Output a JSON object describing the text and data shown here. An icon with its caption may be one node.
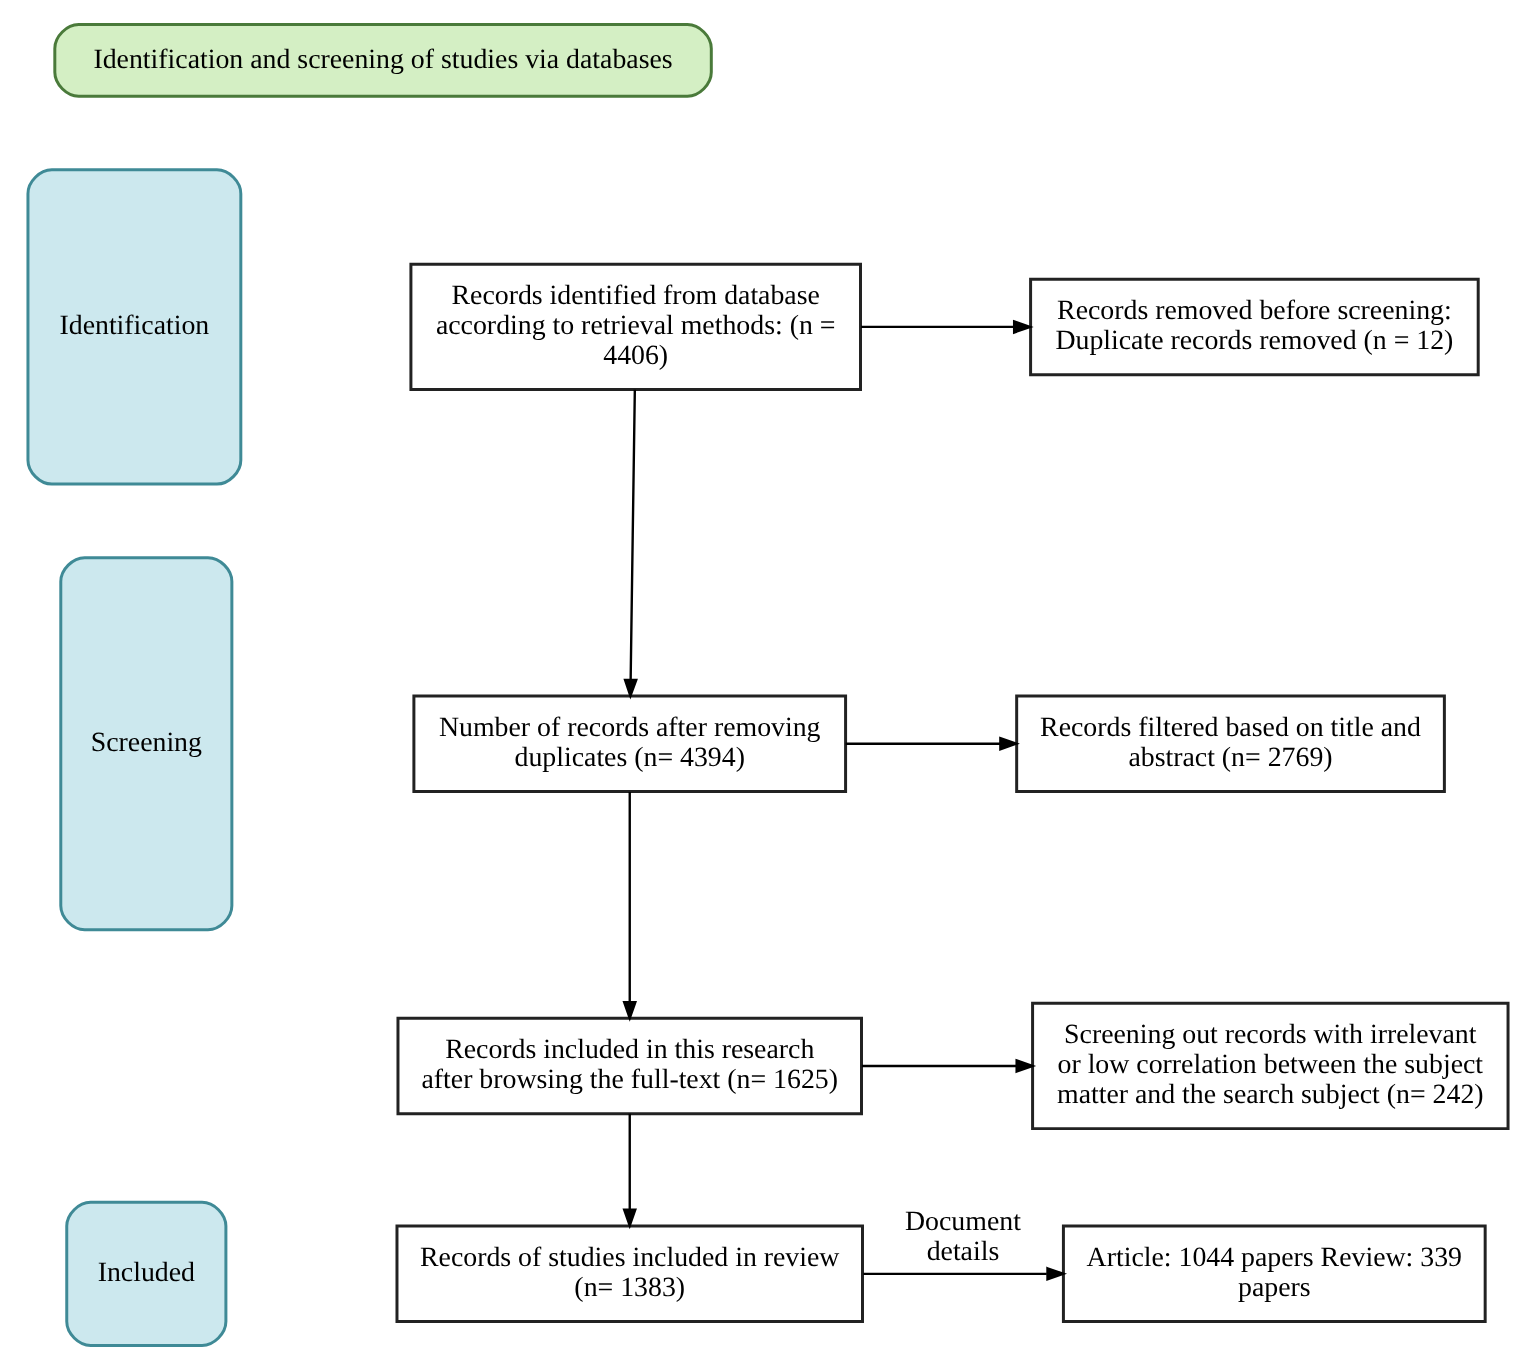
{
  "diagram": {
    "nodes": [
      {
        "text": [
          "Identification and screening of studies via databases"
        ]
      },
      {
        "text": [
          "Identification"
        ]
      },
      {
        "text": [
          "Screening"
        ]
      },
      {
        "text": [
          "Included"
        ]
      },
      {
        "text": [
          "Records identified from database according to retrieval methods: (n = 4406)"
        ]
      },
      {
        "text": [
          "Records removed before screening: Duplicate records removed (n = 12)"
        ]
      },
      {
        "text": [
          "Number of records after removing duplicates (n= 4394)"
        ]
      },
      {
        "text": [
          "Records filtered based on title and abstract (n= 2769)"
        ]
      },
      {
        "text": [
          "Records included in this research after browsing the full-text (n= 1625)"
        ]
      },
      {
        "text": [
          "Screening out records with irrelevant or low correlation between the subject matter and the search subject (n= 242)"
        ]
      },
      {
        "text": [
          "Records of studies included in review (n= 1383)"
        ]
      },
      {
        "text": [
          "Article: 1044 papers Review: 339 papers"
        ]
      }
    ],
    "edges": [
      {
        "from": 4,
        "to": 5,
        "arrow": "to"
      },
      {
        "from": 4,
        "to": 6,
        "arrow": "to"
      },
      {
        "from": 6,
        "to": 7,
        "arrow": "to"
      },
      {
        "from": 6,
        "to": 8,
        "arrow": "to"
      },
      {
        "from": 8,
        "to": 9,
        "arrow": "to"
      },
      {
        "from": 8,
        "to": 10,
        "arrow": "to"
      },
      {
        "from": 10,
        "to": 11,
        "label": "Document details",
        "arrow": "to"
      }
    ]
  }
}
